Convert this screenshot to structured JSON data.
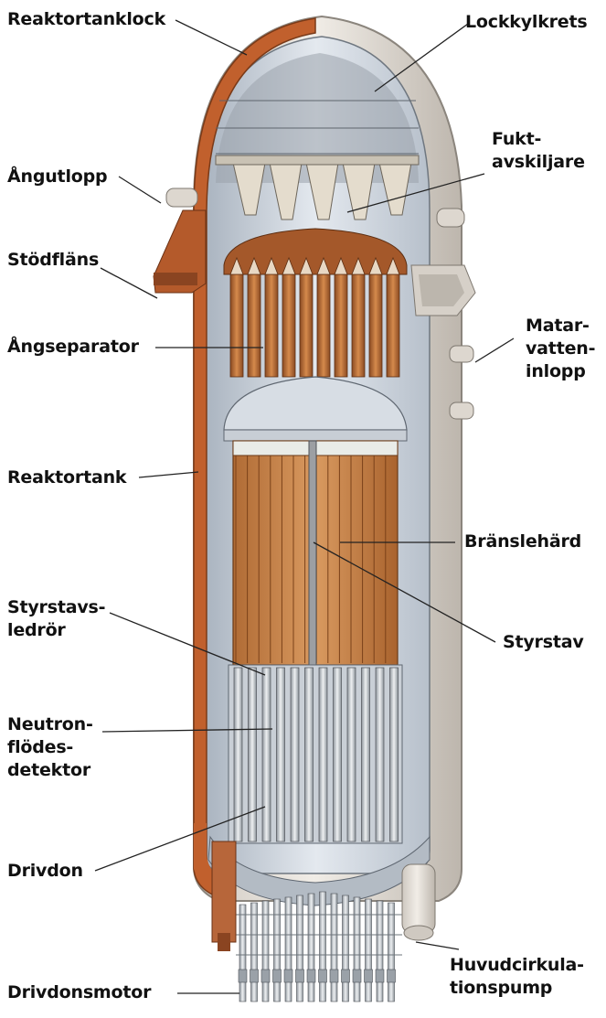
{
  "colors": {
    "vessel_wall": "#c1602d",
    "shell_light": "#e8e3dc",
    "interior": "#dfe4ea",
    "fuel_rods": "#c9874f",
    "steel": "#b9bec4",
    "text": "#111111",
    "leader": "#222222"
  },
  "labels": {
    "reaktortanklock": "Reaktortanklock",
    "lockkylkrets": "Lockkylkrets",
    "angutlopp": "Ångutlopp",
    "fuktavskiljare": [
      "Fukt-",
      "avskiljare"
    ],
    "stodflans": "Stödfläns",
    "angseparator": "Ångseparator",
    "matarvatteninlopp": [
      "Matar-",
      "vatten-",
      "inlopp"
    ],
    "reaktortank": "Reaktortank",
    "bransleheard": "Bränslehärd",
    "styrstavsledror": [
      "Styrstavs-",
      "ledrör"
    ],
    "styrstav": "Styrstav",
    "neutronflodesdetektor": [
      "Neutron-",
      "flödes-",
      "detektor"
    ],
    "drivdon": "Drivdon",
    "huvudcirkulationspump": [
      "Huvudcirkula-",
      "tionspump"
    ],
    "drivdonsmotor": "Drivdonsmotor"
  }
}
